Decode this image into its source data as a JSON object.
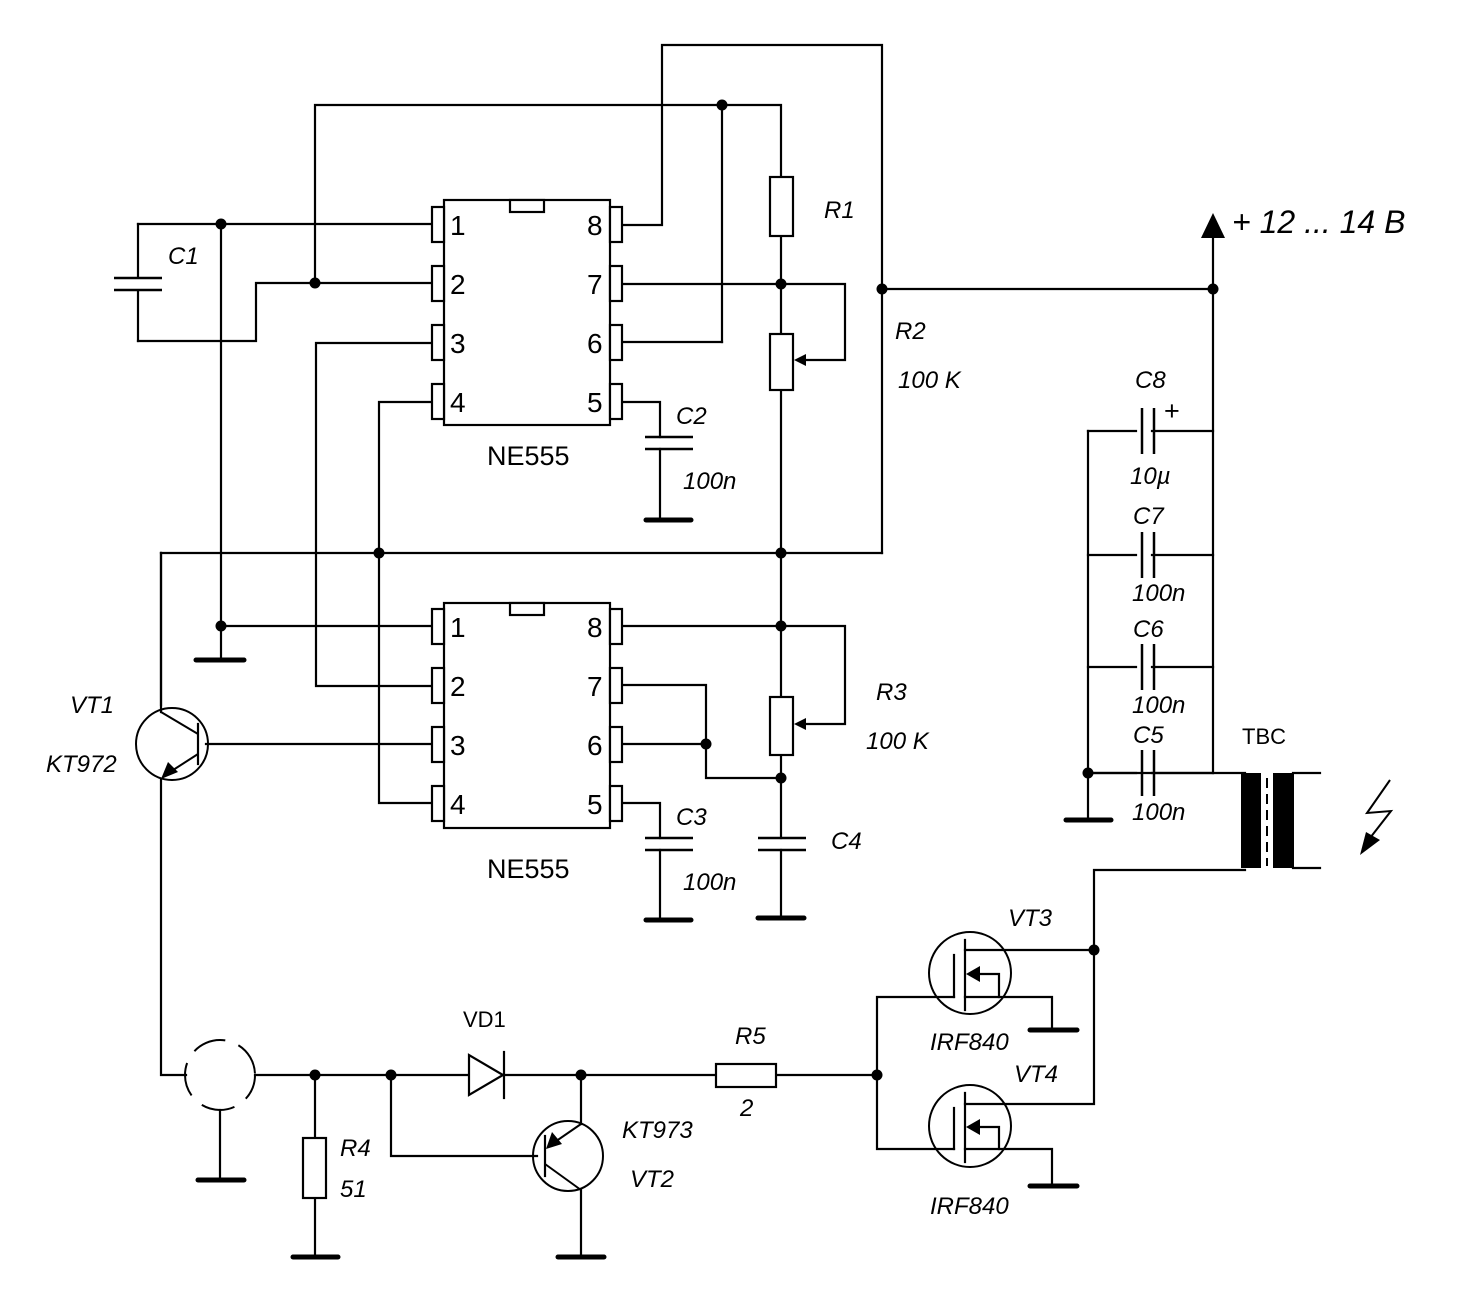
{
  "diagram": {
    "type": "circuit-schematic",
    "supply": {
      "label": "+ 12 ... 14 В"
    },
    "ics": [
      {
        "id": "U1",
        "part": "NE555",
        "pins_left": [
          "1",
          "2",
          "3",
          "4"
        ],
        "pins_right": [
          "8",
          "7",
          "6",
          "5"
        ]
      },
      {
        "id": "U2",
        "part": "NE555",
        "pins_left": [
          "1",
          "2",
          "3",
          "4"
        ],
        "pins_right": [
          "8",
          "7",
          "6",
          "5"
        ]
      }
    ],
    "resistors": [
      {
        "ref": "R1",
        "value": ""
      },
      {
        "ref": "R2",
        "value": "100 K",
        "variable": true
      },
      {
        "ref": "R3",
        "value": "100 K",
        "variable": true
      },
      {
        "ref": "R4",
        "value": "51"
      },
      {
        "ref": "R5",
        "value": "2"
      }
    ],
    "capacitors": [
      {
        "ref": "C1",
        "value": ""
      },
      {
        "ref": "C2",
        "value": "100n"
      },
      {
        "ref": "C3",
        "value": "100n"
      },
      {
        "ref": "C4",
        "value": ""
      },
      {
        "ref": "C5",
        "value": "100n"
      },
      {
        "ref": "C6",
        "value": "100n"
      },
      {
        "ref": "C7",
        "value": "100n"
      },
      {
        "ref": "C8",
        "value": "10µ",
        "polarity": "+"
      }
    ],
    "transistors": [
      {
        "ref": "VT1",
        "part": "KT972"
      },
      {
        "ref": "VT2",
        "part": "KT973"
      },
      {
        "ref": "VT3",
        "part": "IRF840"
      },
      {
        "ref": "VT4",
        "part": "IRF840"
      }
    ],
    "diodes": [
      {
        "ref": "VD1"
      }
    ],
    "transformer": {
      "ref": "TBC"
    },
    "output_symbol": "lightning-arrow-icon"
  }
}
